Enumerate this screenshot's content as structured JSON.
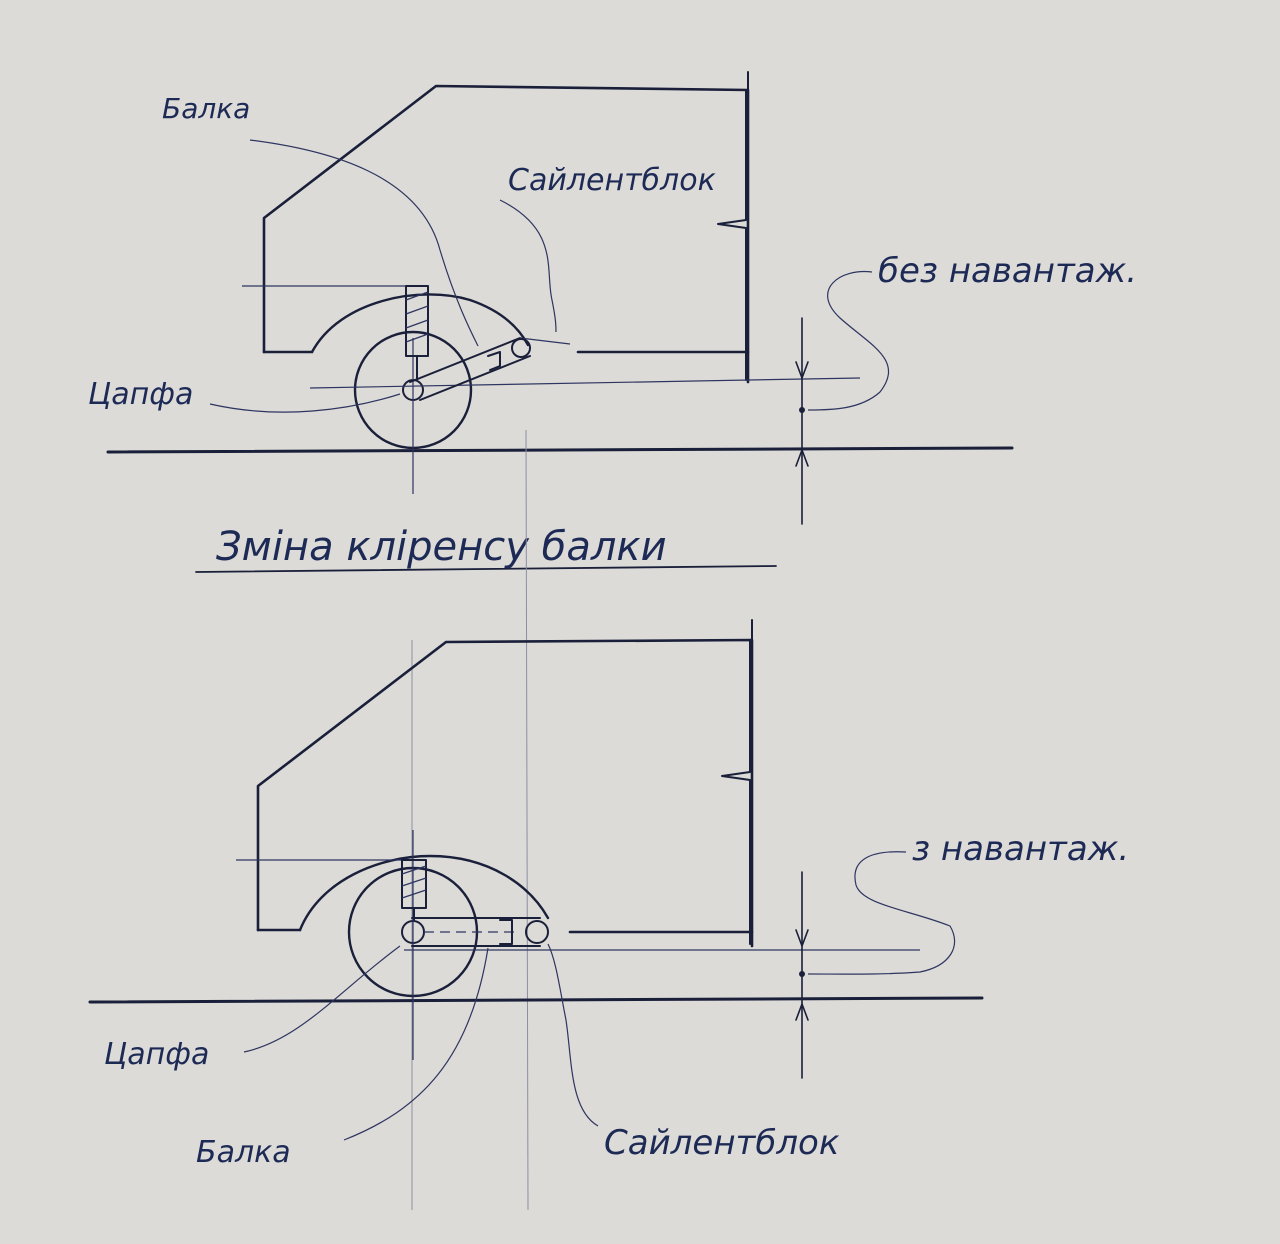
{
  "title": "Зміна кліренсу балки",
  "top_diagram": {
    "label_beam": "Балка",
    "label_silentblock": "Сайлентблок",
    "label_pivot": "Цапфа",
    "label_state": "без навантаж."
  },
  "bottom_diagram": {
    "label_pivot": "Цапфа",
    "label_beam": "Балка",
    "label_silentblock": "Сайлентблок",
    "label_state": "з навантаж."
  },
  "colors": {
    "paper": "#dcdbd7",
    "ink": "#1a1f3a",
    "label_ink": "#1d2a55"
  }
}
